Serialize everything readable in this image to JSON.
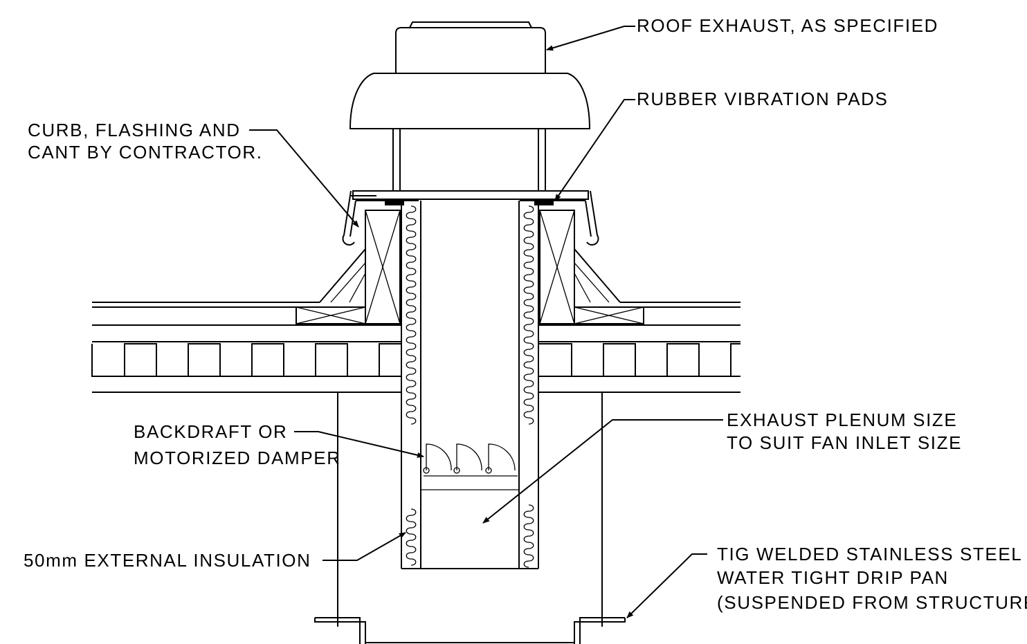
{
  "labels": {
    "roof_exhaust": "ROOF EXHAUST, AS SPECIFIED",
    "rubber_pads": "RUBBER VIBRATION PADS",
    "curb_line1": "CURB, FLASHING AND",
    "curb_line2": "CANT BY CONTRACTOR.",
    "backdraft_line1": "BACKDRAFT OR",
    "backdraft_line2": "MOTORIZED DAMPER",
    "plenum_line1": "EXHAUST PLENUM SIZE",
    "plenum_line2": "TO SUIT FAN INLET SIZE",
    "insulation": "50mm EXTERNAL INSULATION",
    "drip_line1": "TIG WELDED STAINLESS STEEL",
    "drip_line2": "WATER TIGHT DRIP PAN",
    "drip_line3": "(SUSPENDED FROM STRUCTURE)"
  }
}
